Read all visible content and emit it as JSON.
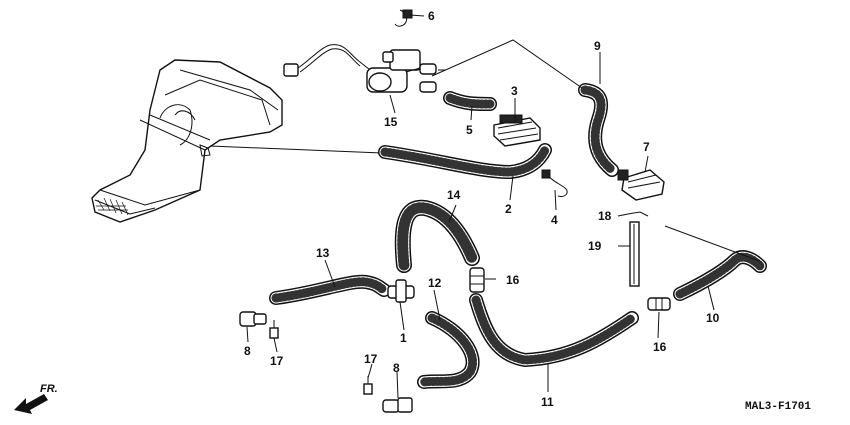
{
  "diagram": {
    "code": "MAL3-F1701",
    "direction_label": "FR.",
    "callouts": [
      "1",
      "2",
      "3",
      "4",
      "5",
      "6",
      "7",
      "8",
      "8",
      "9",
      "10",
      "11",
      "12",
      "13",
      "14",
      "15",
      "16",
      "16",
      "17",
      "17",
      "18",
      "19"
    ]
  }
}
